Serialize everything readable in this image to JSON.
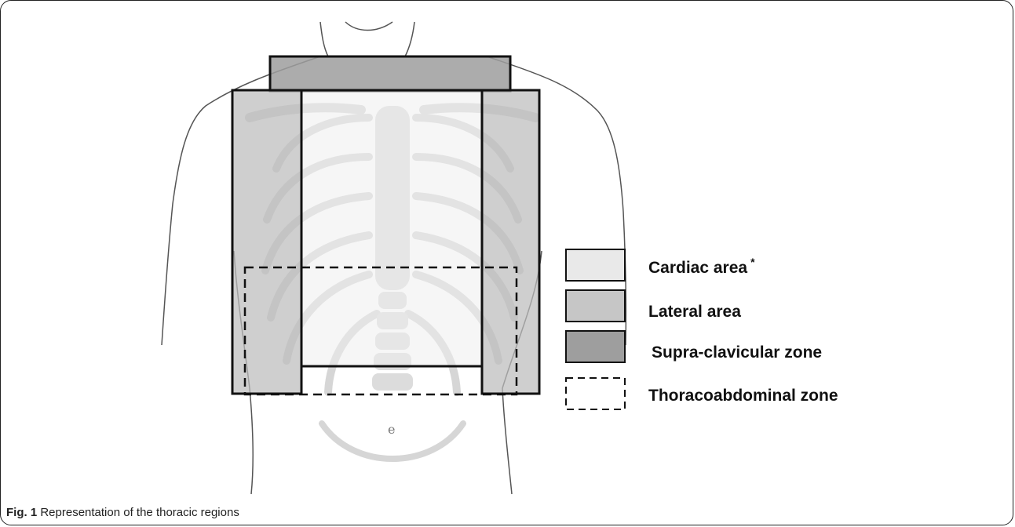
{
  "legend": {
    "items": [
      {
        "label": "Cardiac area",
        "marker": "*",
        "fill": "#e9e9e9",
        "stroke": "solid"
      },
      {
        "label": "Lateral area",
        "marker": "",
        "fill": "#c6c6c6",
        "stroke": "solid"
      },
      {
        "label": "Supra-clavicular zone",
        "marker": "",
        "fill": "#9e9e9e",
        "stroke": "solid"
      },
      {
        "label": "Thoracoabdominal zone",
        "marker": "",
        "fill": "none",
        "stroke": "dashed"
      }
    ]
  },
  "caption": {
    "label": "Fig. 1",
    "text": "Representation of the thoracic regions"
  },
  "colors": {
    "cardiac": "#e9e9e9",
    "lateral": "#c6c6c6",
    "supraclavicular": "#9e9e9e",
    "outline": "#111111",
    "skeleton": "#d4d4d4",
    "body_outline": "#555555"
  }
}
